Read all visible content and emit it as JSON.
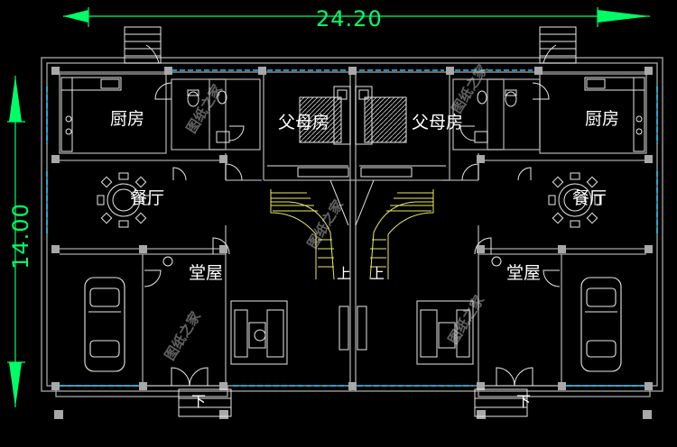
{
  "dimensions": {
    "width_label": "24.20",
    "height_label": "14.00"
  },
  "rooms": {
    "kitchen_left": "厨房",
    "kitchen_right": "厨房",
    "parents_left": "父母房",
    "parents_right": "父母房",
    "dining_left": "餐厅",
    "dining_right": "餐厅",
    "hall_left": "堂屋",
    "hall_right": "堂屋"
  },
  "stairs": {
    "up_left": "上",
    "up_right": "上",
    "down_left": "下",
    "down_right": "下"
  },
  "watermark": "图纸之家",
  "colors": {
    "wall": "#a8a8a8",
    "dimension": "#00ff66",
    "furniture": "#e8e8e8",
    "stair": "#e8e86a",
    "window": "#19c8ff",
    "background": "#000000"
  }
}
